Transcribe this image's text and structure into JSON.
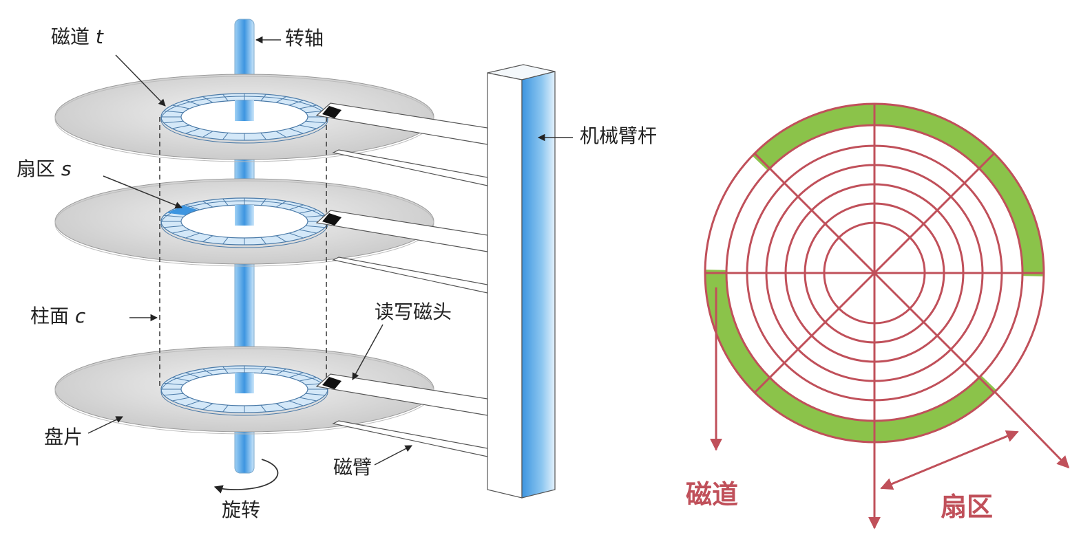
{
  "left_diagram": {
    "labels": {
      "track": "磁道",
      "track_var": "t",
      "spindle": "转轴",
      "arm_assembly": "机械臂杆",
      "sector": "扇区",
      "sector_var": "s",
      "cylinder": "柱面",
      "cylinder_var": "c",
      "head": "读写磁头",
      "platter": "盘片",
      "arm": "磁臂",
      "rotation": "旋转"
    }
  },
  "right_diagram": {
    "labels": {
      "track": "磁道",
      "sector": "扇区"
    },
    "rings": 7,
    "spokes": 8,
    "colors": {
      "line": "#c0505a",
      "highlight": "#8bc34a"
    }
  },
  "colors": {
    "spindle": "#5aa6e0",
    "platter": "#d8d8d8",
    "track_ring": "#d4e8f8",
    "sector_highlight": "#3d95e0"
  }
}
